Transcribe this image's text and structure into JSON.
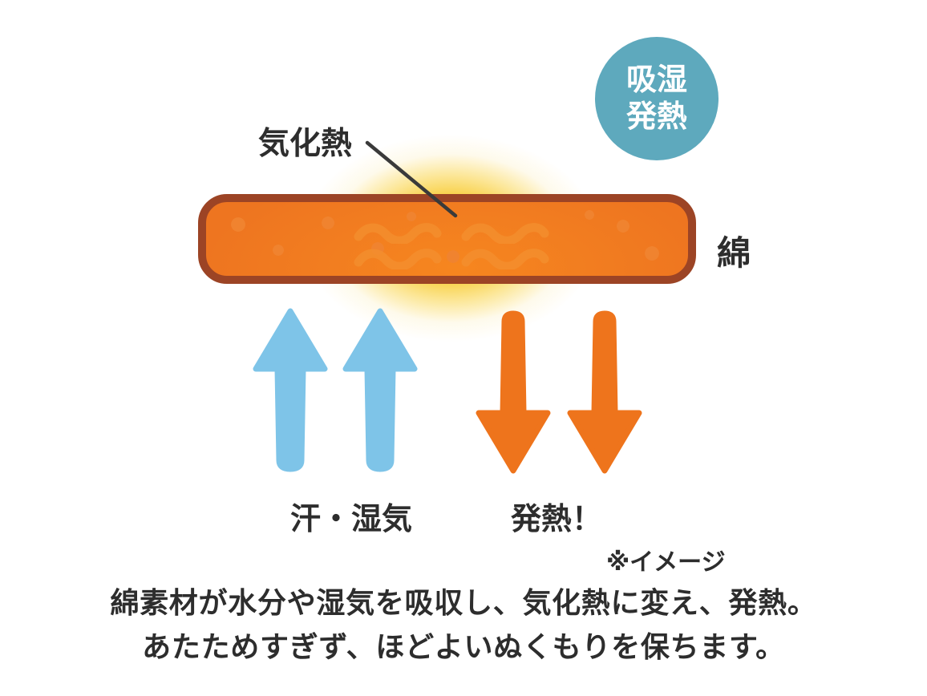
{
  "badge": {
    "line1": "吸湿",
    "line2": "発熱"
  },
  "diagram": {
    "vaporization_label": "気化熱",
    "cotton_label": "綿",
    "moisture_label": "汗・湿気",
    "heat_label": "発熱！",
    "note_label": "※イメージ"
  },
  "caption": {
    "line1": "綿素材が水分や湿気を吸収し、気化熱に変え、発熱。",
    "line2": "あたためすぎず、ほどよいぬくもりを保ちます。"
  },
  "colors": {
    "badge_bg": "#5ea9bd",
    "badge_text": "#ffffff",
    "bar_fill": "#ee7520",
    "bar_fill_light": "#f6861f",
    "bar_border": "#9c4425",
    "bar_speckle": "#f0832f",
    "bar_squiggle": "#f48f2e",
    "glow_core": "#f2ae00",
    "arrow_up": "#7ec4e8",
    "arrow_down": "#ee741c",
    "line": "#3a3a3a",
    "text": "#2d2d2d"
  }
}
